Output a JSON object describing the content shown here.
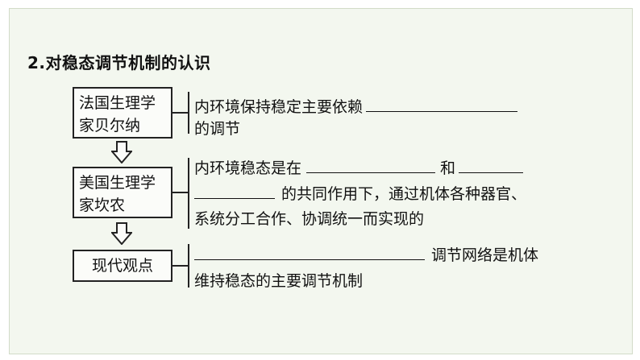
{
  "heading": {
    "number": "2",
    "text": ".对稳态调节机制的认识"
  },
  "boxes": {
    "bernard": {
      "line1": "法国生理学",
      "line2": "家贝尔纳"
    },
    "cannon": {
      "line1": "美国生理学",
      "line2": "家坎农"
    },
    "modern": {
      "label": "现代观点"
    }
  },
  "statements": {
    "bernard": {
      "part1": "内环境保持稳定主要依赖",
      "part2": "的调节"
    },
    "cannon": {
      "part1": "内环境稳态是在",
      "part2": "和",
      "part3": "的共同作用下，通过机体各种器官、",
      "part4": "系统分工合作、协调统一而实现的"
    },
    "modern": {
      "part1": "调节网络是机体",
      "part2": "维持稳态的主要调节机制"
    }
  }
}
